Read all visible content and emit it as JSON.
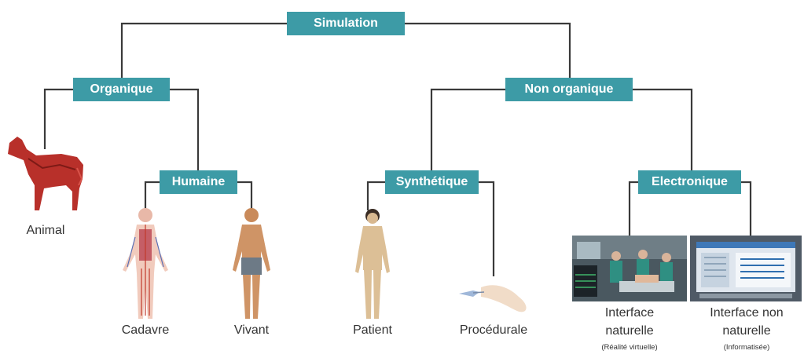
{
  "colors": {
    "node_fill": "#3d9ba6",
    "node_text": "#ffffff",
    "line": "#3a3a3a",
    "leaf_text": "#333333"
  },
  "nodes": {
    "simulation": "Simulation",
    "organique": "Organique",
    "non_organique": "Non organique",
    "humaine": "Humaine",
    "synthetique": "Synthétique",
    "electronique": "Electronique"
  },
  "leaves": {
    "animal": "Animal",
    "cadavre": "Cadavre",
    "vivant": "Vivant",
    "patient": "Patient",
    "procedurale": "Procédurale",
    "interface_naturelle_line1": "Interface",
    "interface_naturelle_line2": "naturelle",
    "interface_naturelle_note": "(Réalité virtuelle)",
    "interface_non_naturelle_line1": "Interface non",
    "interface_non_naturelle_line2": "naturelle",
    "interface_non_naturelle_note": "(Informatisée)"
  },
  "icons": {
    "animal": "dog-anatomy-icon",
    "cadavre": "anatomy-body-icon",
    "vivant": "human-figure-icon",
    "patient": "mannequin-icon",
    "procedurale": "arm-trainer-icon",
    "interface_naturelle": "vr-scene-screenshot-icon",
    "interface_non_naturelle": "software-screenshot-icon"
  }
}
